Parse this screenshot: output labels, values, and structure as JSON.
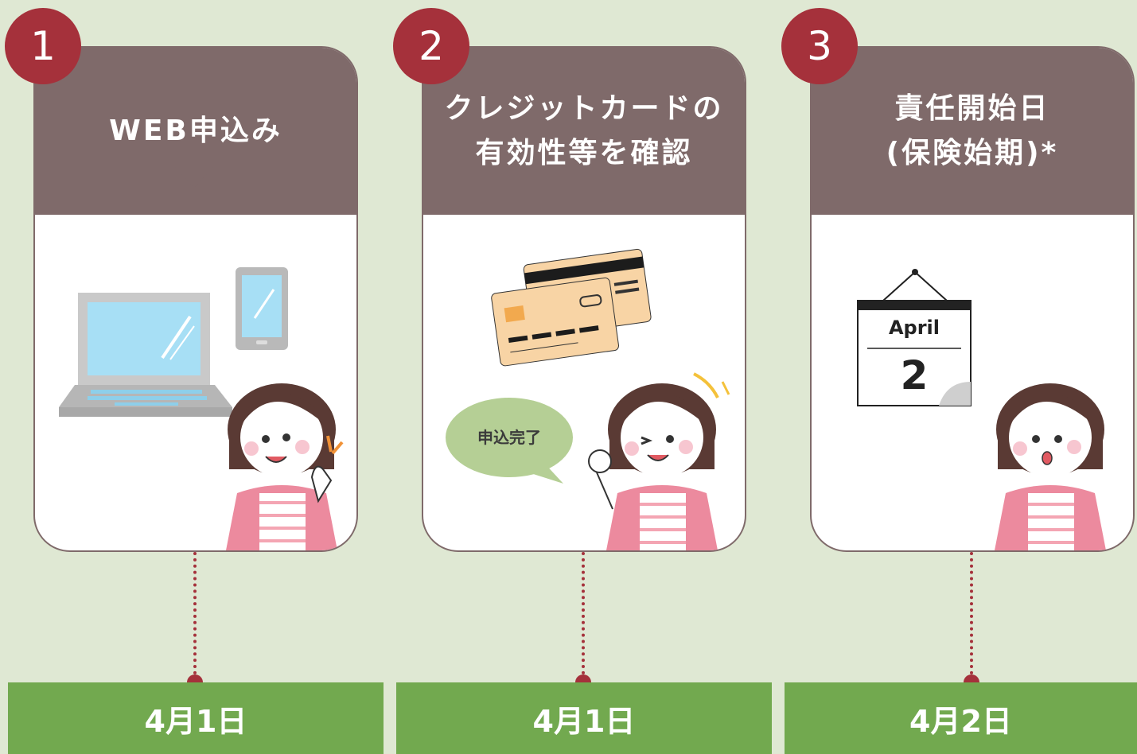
{
  "colors": {
    "background": "#dfe8d3",
    "header": "#7f6a6a",
    "accent": "#a5313b",
    "date_bar": "#72a94f"
  },
  "steps": [
    {
      "number": "1",
      "title_lines": [
        "WEB申込み"
      ],
      "illustration": "laptop-smartphone-woman-pointing",
      "date": "4月1日"
    },
    {
      "number": "2",
      "title_lines": [
        "クレジットカードの",
        "有効性等を確認"
      ],
      "illustration": "credit-cards-woman-ok-sign",
      "speech_bubble": "申込完了",
      "date": "4月1日"
    },
    {
      "number": "3",
      "title_lines": [
        "責任開始日",
        "(保険始期)*"
      ],
      "illustration": "calendar-woman-surprised",
      "calendar": {
        "month": "April",
        "day": "2"
      },
      "date": "4月2日"
    }
  ]
}
